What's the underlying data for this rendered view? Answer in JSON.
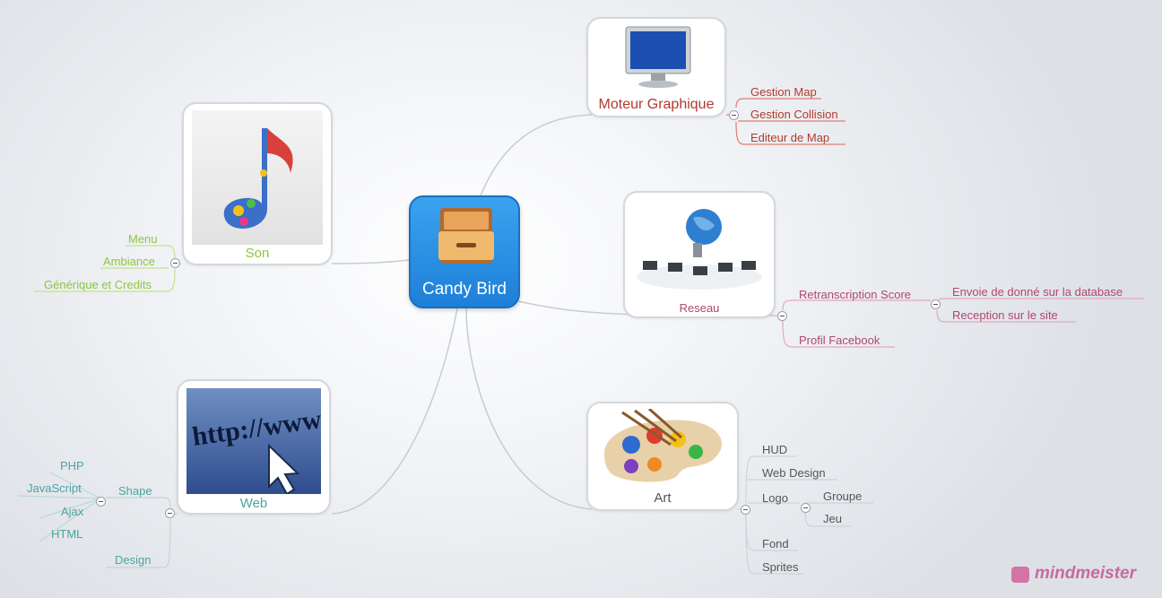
{
  "center": {
    "title": "Candy Bird"
  },
  "son": {
    "title": "Son",
    "items": [
      "Menu",
      "Ambiance",
      "Générique et Credits"
    ]
  },
  "moteur": {
    "title": "Moteur Graphique",
    "items": [
      "Gestion Map",
      "Gestion Collision",
      "Editeur de Map"
    ]
  },
  "reseau": {
    "title": "Reseau",
    "retranscription": {
      "label": "Retranscription Score",
      "items": [
        "Envoie de donné sur la database",
        "Reception sur le site"
      ]
    },
    "profil": "Profil Facebook"
  },
  "web": {
    "title": "Web",
    "shape": {
      "label": "Shape",
      "items": [
        "PHP",
        "JavaScript",
        "Ajax",
        "HTML"
      ]
    },
    "design": "Design",
    "image_text": "http://www"
  },
  "art": {
    "title": "Art",
    "items": [
      "HUD",
      "Web Design",
      "Logo",
      "Fond",
      "Sprites"
    ],
    "logo_items": [
      "Groupe",
      "Jeu"
    ]
  },
  "brand": {
    "name": "mindmeister"
  },
  "colors": {
    "son": "#8cc63f",
    "moteur": "#b03a2e",
    "reseau": "#b0486e",
    "web": "#4aa5a0",
    "art": "#555555",
    "center": "#2a8fe3"
  },
  "icons": {
    "center": "file-cabinet-icon",
    "son": "music-note-icon",
    "moteur": "monitor-icon",
    "reseau": "network-globe-icon",
    "web": "web-address-cursor-icon",
    "art": "paint-palette-icon"
  }
}
